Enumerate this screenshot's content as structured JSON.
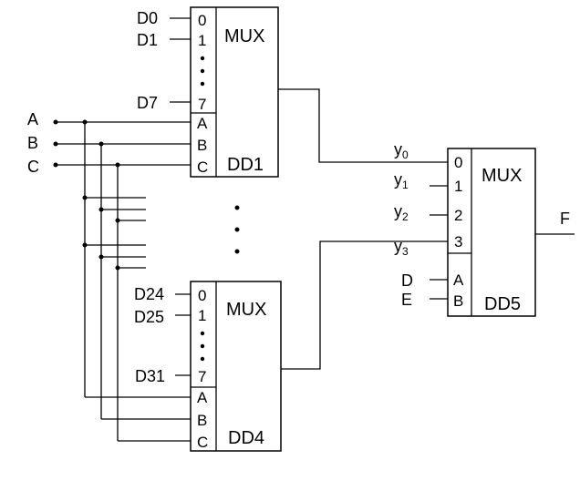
{
  "dd1": {
    "title": "MUX",
    "name": "DD1",
    "inputs": [
      "D0",
      "D1",
      "D7"
    ],
    "pins": [
      "0",
      "1",
      "7"
    ],
    "select": [
      "A",
      "B",
      "C"
    ]
  },
  "dd4": {
    "title": "MUX",
    "name": "DD4",
    "inputs": [
      "D24",
      "D25",
      "D31"
    ],
    "pins": [
      "0",
      "1",
      "7"
    ],
    "select": [
      "A",
      "B",
      "C"
    ]
  },
  "dd5": {
    "title": "MUX",
    "name": "DD5",
    "pins": [
      "0",
      "1",
      "2",
      "3"
    ],
    "select": [
      "A",
      "B"
    ],
    "select_inputs": [
      "D",
      "E"
    ],
    "output": "F",
    "y_labels": [
      {
        "base": "y",
        "sub": "0"
      },
      {
        "base": "y",
        "sub": "1"
      },
      {
        "base": "y",
        "sub": "2"
      },
      {
        "base": "y",
        "sub": "3"
      }
    ]
  },
  "inputs_left": [
    "A",
    "B",
    "C"
  ]
}
